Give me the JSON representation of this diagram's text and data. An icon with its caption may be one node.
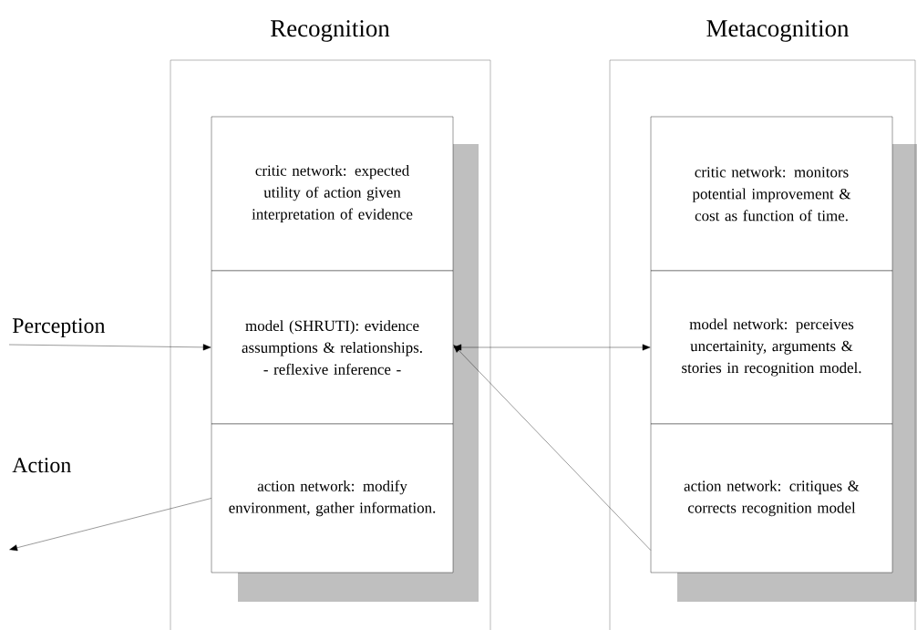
{
  "diagram": {
    "nodes": [
      {
        "text": [
          "Recognition"
        ]
      },
      {
        "text": [
          "critic network: expected utility of action given interpretation of evidence"
        ],
        "in": 0
      },
      {
        "text": [
          "model (SHRUTI): evidence assumptions & relationships. - reflexive inference -"
        ],
        "in": 0
      },
      {
        "text": [
          "action network: modify environment, gather information."
        ],
        "in": 0
      },
      {
        "text": [
          "Metacognition"
        ]
      },
      {
        "text": [
          "critic network: monitors potential improvement & cost as function of time."
        ],
        "in": 4
      },
      {
        "text": [
          "model network: perceives uncertainity, arguments & stories in recognition model."
        ],
        "in": 4
      },
      {
        "text": [
          "action network: critiques & corrects recognition model"
        ],
        "in": 4
      }
    ],
    "edges": [
      {
        "from": null,
        "to": 2,
        "arrow": "to",
        "label": "Perception"
      },
      {
        "from": 3,
        "to": null,
        "arrow": "to",
        "label": "Action"
      },
      {
        "from": 2,
        "to": 6,
        "arrow": "both"
      },
      {
        "from": 7,
        "to": 2,
        "arrow": "to"
      }
    ]
  }
}
